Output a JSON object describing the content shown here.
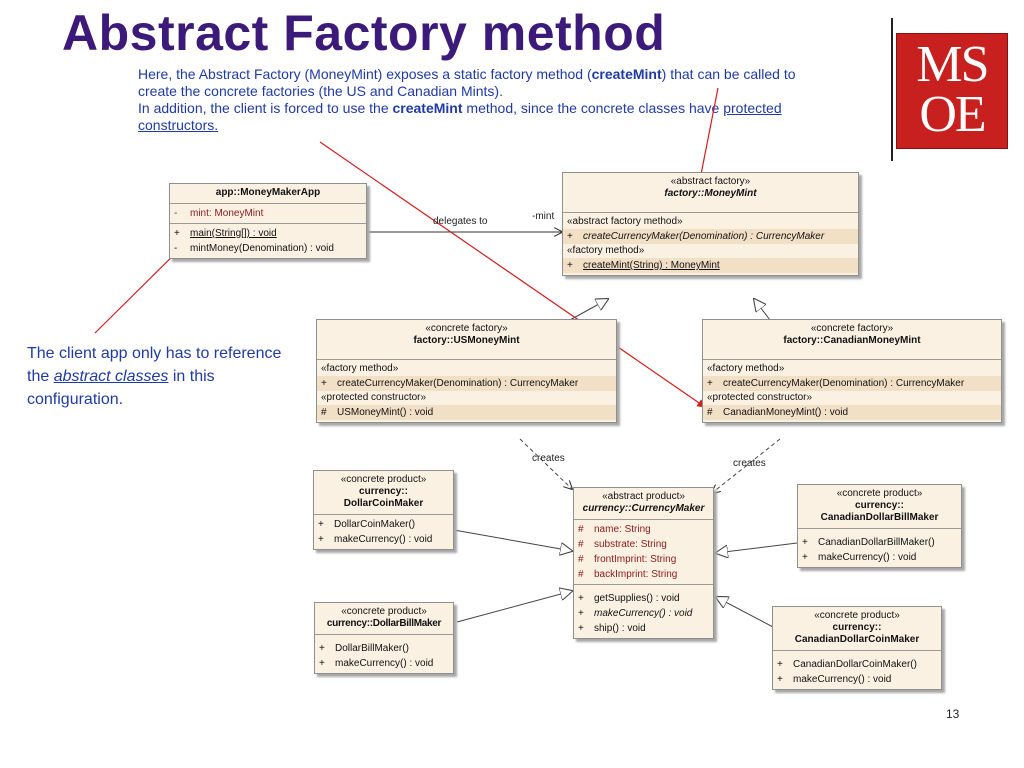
{
  "title": "Abstract Factory method",
  "logo": {
    "line1": "MS",
    "line2": "OE"
  },
  "intro": {
    "p1_a": "Here, the Abstract Factory (MoneyMint) exposes a static factory method (",
    "p1_b": "createMint",
    "p1_c": ") that can be called to create the concrete factories (the US and Canadian Mints).",
    "p2_a": "In addition, the client is forced to use the ",
    "p2_b": "createMint",
    "p2_c": " method, since the concrete classes have ",
    "p2_d": "protected constructors."
  },
  "side_note": {
    "a": "The client app only has to reference the ",
    "b": "abstract classes",
    "c": " in this configuration."
  },
  "page_number": "13",
  "labels": {
    "delegates_to": "delegates to",
    "mint": "-mint",
    "creates_1": "creates",
    "creates_2": "creates"
  },
  "classes": {
    "app": {
      "name": "app::MoneyMakerApp",
      "attrs": [
        {
          "vis": "-",
          "text": "mint:  MoneyMint"
        }
      ],
      "ops": [
        {
          "vis": "+",
          "text": "main(String[]) : void"
        },
        {
          "vis": "-",
          "text": "mintMoney(Denomination) : void"
        }
      ]
    },
    "money_mint": {
      "stereotype": "«abstract factory»",
      "name": "factory::MoneyMint",
      "grp1": "«abstract factory method»",
      "op1": {
        "vis": "+",
        "text": "createCurrencyMaker(Denomination) : CurrencyMaker"
      },
      "grp2": "«factory method»",
      "op2": {
        "vis": "+",
        "text": "createMint(String) : MoneyMint"
      }
    },
    "us_mint": {
      "stereotype": "«concrete factory»",
      "name": "factory::USMoneyMint",
      "grp1": "«factory method»",
      "op1": {
        "vis": "+",
        "text": "createCurrencyMaker(Denomination) : CurrencyMaker"
      },
      "grp2": "«protected constructor»",
      "op2": {
        "vis": "#",
        "text": "USMoneyMint() : void"
      }
    },
    "ca_mint": {
      "stereotype": "«concrete factory»",
      "name": "factory::CanadianMoneyMint",
      "grp1": "«factory method»",
      "op1": {
        "vis": "+",
        "text": "createCurrencyMaker(Denomination) : CurrencyMaker"
      },
      "grp2": "«protected constructor»",
      "op2": {
        "vis": "#",
        "text": "CanadianMoneyMint() : void"
      }
    },
    "currency_maker": {
      "stereotype": "«abstract product»",
      "name": "currency::CurrencyMaker",
      "attrs": [
        {
          "vis": "#",
          "text": "name:  String"
        },
        {
          "vis": "#",
          "text": "substrate:  String"
        },
        {
          "vis": "#",
          "text": "frontImprint:  String"
        },
        {
          "vis": "#",
          "text": "backImprint:  String"
        }
      ],
      "ops": [
        {
          "vis": "+",
          "text": "getSupplies() : void"
        },
        {
          "vis": "+",
          "text": "makeCurrency() : void"
        },
        {
          "vis": "+",
          "text": "ship() : void"
        }
      ]
    },
    "dollar_coin": {
      "stereotype": "«concrete product»",
      "name1": "currency::",
      "name2": "DollarCoinMaker",
      "ops": [
        {
          "vis": "+",
          "text": "DollarCoinMaker()"
        },
        {
          "vis": "+",
          "text": "makeCurrency() : void"
        }
      ]
    },
    "dollar_bill": {
      "stereotype": "«concrete product»",
      "name": "currency::DollarBillMaker",
      "ops": [
        {
          "vis": "+",
          "text": "DollarBillMaker()"
        },
        {
          "vis": "+",
          "text": "makeCurrency() : void"
        }
      ]
    },
    "ca_bill": {
      "stereotype": "«concrete product»",
      "name1": "currency::",
      "name2": "CanadianDollarBillMaker",
      "ops": [
        {
          "vis": "+",
          "text": "CanadianDollarBillMaker()"
        },
        {
          "vis": "+",
          "text": "makeCurrency() : void"
        }
      ]
    },
    "ca_coin": {
      "stereotype": "«concrete product»",
      "name1": "currency::",
      "name2": "CanadianDollarCoinMaker",
      "ops": [
        {
          "vis": "+",
          "text": "CanadianDollarCoinMaker()"
        },
        {
          "vis": "+",
          "text": "makeCurrency() : void"
        }
      ]
    }
  }
}
